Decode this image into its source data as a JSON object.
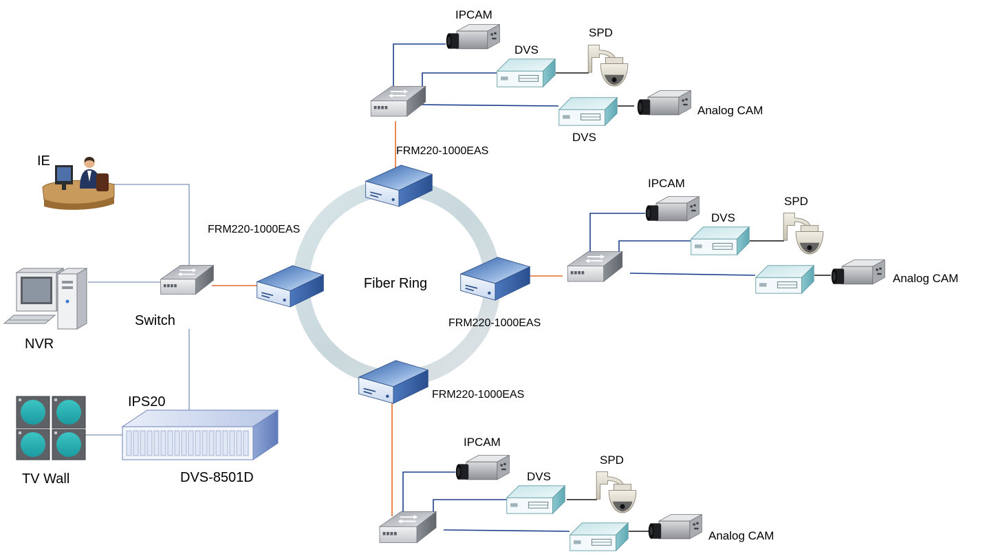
{
  "colors": {
    "ring": "#d4dfe2",
    "link_blue": "#1a3e8c",
    "link_orange": "#e46a2a",
    "link_black": "#111111",
    "link_lightblue": "#7d92b7",
    "device_blue": "#5a86c6",
    "device_teal": "#cfe8ec",
    "switch_gray": "#b8bcc3"
  },
  "ring": {
    "label": "Fiber Ring"
  },
  "frm": {
    "top": "FRM220-1000EAS",
    "left": "FRM220-1000EAS",
    "right": "FRM220-1000EAS",
    "bottom": "FRM220-1000EAS"
  },
  "central": {
    "switch": "Switch",
    "ie": "IE",
    "nvr": "NVR",
    "ips20": "IPS20",
    "dvs8501d": "DVS-8501D",
    "tvwall": "TV Wall"
  },
  "top_branch": {
    "ipcam": "IPCAM",
    "spd": "SPD",
    "dvs1": "DVS",
    "dvs2": "DVS",
    "analog": "Analog CAM"
  },
  "right_branch": {
    "ipcam": "IPCAM",
    "spd": "SPD",
    "dvs1": "DVS",
    "analog": "Analog CAM"
  },
  "bottom_branch": {
    "ipcam": "IPCAM",
    "spd": "SPD",
    "dvs1": "DVS",
    "analog": "Analog CAM"
  },
  "icons": [
    "fiber-ring",
    "switch-icon",
    "media-converter-icon",
    "ip-camera-icon",
    "dvs-box-icon",
    "speed-dome-icon",
    "pc-tower-icon",
    "operator-desk-icon",
    "tv-wall-icon",
    "rack-unit-icon"
  ]
}
